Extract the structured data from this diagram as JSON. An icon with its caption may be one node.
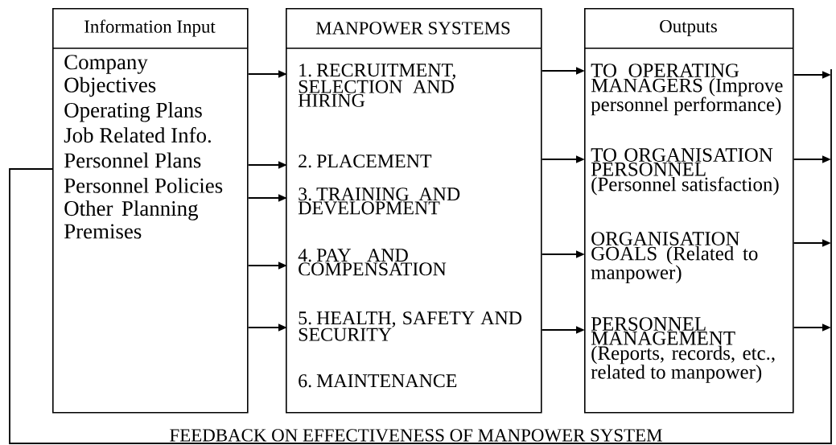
{
  "diagram": {
    "nodes": [
      {
        "text": [
          "Information Input",
          "Company Objectives",
          "Operating Plans",
          "Job Related Info.",
          "Personnel Plans",
          "Personnel Policies",
          "Other Planning Premises"
        ]
      },
      {
        "text": [
          "MANPOWER SYSTEMS"
        ]
      },
      {
        "text": [
          "1. RECRUITMENT, SELECTION AND HIRING"
        ],
        "in": 1
      },
      {
        "text": [
          "2. PLACEMENT"
        ],
        "in": 1
      },
      {
        "text": [
          "3. TRAINING AND DEVELOPMENT"
        ],
        "in": 1
      },
      {
        "text": [
          "4. PAY AND COMPENSATION"
        ],
        "in": 1
      },
      {
        "text": [
          "5. HEALTH, SAFETY AND SECURITY"
        ],
        "in": 1
      },
      {
        "text": [
          "6. MAINTENANCE"
        ],
        "in": 1
      },
      {
        "text": [
          "Outputs"
        ]
      },
      {
        "text": [
          "TO OPERATING MANAGERS (Improve personnel performance)"
        ],
        "in": 8
      },
      {
        "text": [
          "TO ORGANISATION PERSONNEL (Personnel satisfaction)"
        ],
        "in": 8
      },
      {
        "text": [
          "ORGANISATION GOALS (Related to manpower)"
        ],
        "in": 8
      },
      {
        "text": [
          "PERSONNEL MANAGEMENT (Reports, records, etc., related to manpower)"
        ],
        "in": 8
      }
    ],
    "edges": [
      {
        "from": 0,
        "to": 2,
        "arrow": "to"
      },
      {
        "from": 0,
        "to": 3,
        "arrow": "to"
      },
      {
        "from": 0,
        "to": 4,
        "arrow": "to"
      },
      {
        "from": 0,
        "to": 5,
        "arrow": "to"
      },
      {
        "from": 0,
        "to": 6,
        "arrow": "to"
      },
      {
        "from": 1,
        "to": 9,
        "arrow": "to"
      },
      {
        "from": 1,
        "to": 10,
        "arrow": "to"
      },
      {
        "from": 1,
        "to": 11,
        "arrow": "to"
      },
      {
        "from": 1,
        "to": 12,
        "arrow": "to"
      },
      {
        "from": 8,
        "to": null,
        "arrow": "to"
      },
      {
        "from": 8,
        "to": null,
        "arrow": "to"
      },
      {
        "from": 8,
        "to": null,
        "arrow": "to"
      },
      {
        "from": 8,
        "to": null,
        "arrow": "to"
      },
      {
        "from": null,
        "to": 0,
        "arrow": "none",
        "label": "FEEDBACK ON EFFECTIVENESS OF MANPOWER SYSTEM"
      }
    ]
  }
}
